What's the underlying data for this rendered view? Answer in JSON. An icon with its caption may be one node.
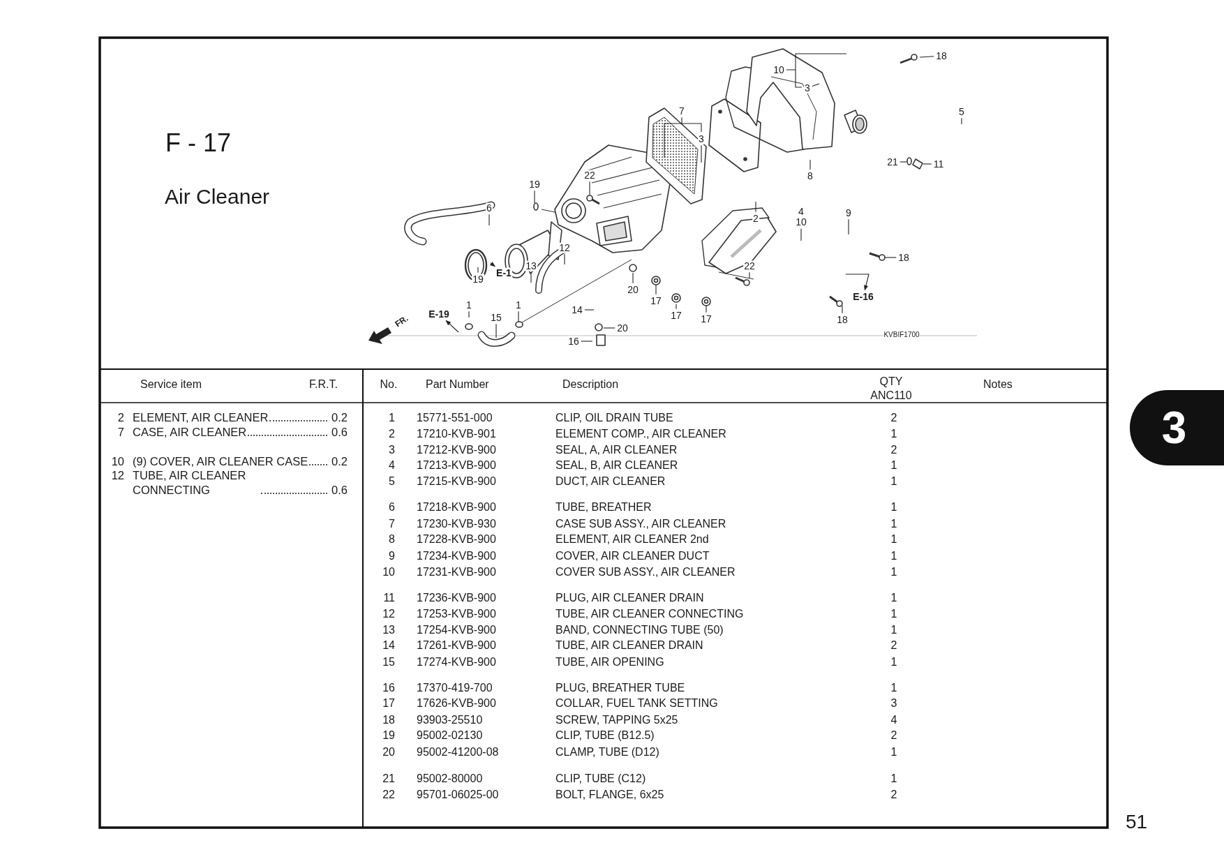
{
  "diagram": {
    "title": "F - 17",
    "nodes": [
      {
        "text": [
          "10"
        ]
      },
      {
        "text": [
          "18"
        ]
      },
      {
        "text": [
          "3"
        ]
      },
      {
        "text": [
          "7"
        ]
      },
      {
        "text": [
          "3"
        ]
      },
      {
        "text": [
          "5"
        ]
      },
      {
        "text": [
          "21"
        ]
      },
      {
        "text": [
          "11"
        ]
      },
      {
        "text": [
          "8"
        ]
      },
      {
        "text": [
          "22"
        ]
      },
      {
        "text": [
          "19"
        ]
      },
      {
        "text": [
          "2"
        ]
      },
      {
        "text": [
          "4",
          "10"
        ]
      },
      {
        "text": [
          "9"
        ]
      },
      {
        "text": [
          "6"
        ]
      },
      {
        "text": [
          "12"
        ]
      },
      {
        "text": [
          "18"
        ]
      },
      {
        "text": [
          "22"
        ]
      },
      {
        "text": [
          "13"
        ]
      },
      {
        "text": [
          "E-1"
        ]
      },
      {
        "text": [
          "19"
        ]
      },
      {
        "text": [
          "20"
        ]
      },
      {
        "text": [
          "17"
        ]
      },
      {
        "text": [
          "E-16"
        ]
      },
      {
        "text": [
          "14"
        ]
      },
      {
        "text": [
          "E-19"
        ]
      },
      {
        "text": [
          "17"
        ]
      },
      {
        "text": [
          "17"
        ]
      },
      {
        "text": [
          "1"
        ]
      },
      {
        "text": [
          "1"
        ]
      },
      {
        "text": [
          "18"
        ]
      },
      {
        "text": [
          "15"
        ]
      },
      {
        "text": [
          "20"
        ]
      },
      {
        "text": [
          "16"
        ]
      }
    ],
    "edges": [
      {
        "from": 0,
        "to": null,
        "arrow": "none"
      },
      {
        "from": 1,
        "to": null,
        "arrow": "none"
      },
      {
        "from": 2,
        "to": null,
        "arrow": "none"
      },
      {
        "from": 3,
        "to": null,
        "arrow": "none"
      },
      {
        "from": 4,
        "to": null,
        "arrow": "none"
      },
      {
        "from": 5,
        "to": null,
        "arrow": "none"
      },
      {
        "from": 6,
        "to": null,
        "arrow": "none"
      },
      {
        "from": 7,
        "to": null,
        "arrow": "none"
      },
      {
        "from": 8,
        "to": null,
        "arrow": "none"
      },
      {
        "from": 9,
        "to": null,
        "arrow": "none"
      },
      {
        "from": 10,
        "to": null,
        "arrow": "none"
      },
      {
        "from": 11,
        "to": null,
        "arrow": "none"
      },
      {
        "from": 12,
        "to": null,
        "arrow": "none"
      },
      {
        "from": 13,
        "to": null,
        "arrow": "none"
      },
      {
        "from": 14,
        "to": null,
        "arrow": "none"
      },
      {
        "from": 15,
        "to": null,
        "arrow": "none"
      },
      {
        "from": 16,
        "to": null,
        "arrow": "none"
      },
      {
        "from": 17,
        "to": null,
        "arrow": "none"
      },
      {
        "from": 18,
        "to": null,
        "arrow": "none"
      },
      {
        "from": null,
        "to": 19,
        "arrow": "to"
      },
      {
        "from": 20,
        "to": null,
        "arrow": "none"
      },
      {
        "from": 21,
        "to": null,
        "arrow": "none"
      },
      {
        "from": 22,
        "to": null,
        "arrow": "none"
      },
      {
        "from": null,
        "to": 23,
        "arrow": "to"
      },
      {
        "from": 24,
        "to": null,
        "arrow": "none"
      },
      {
        "from": null,
        "to": 25,
        "arrow": "to"
      },
      {
        "from": 26,
        "to": null,
        "arrow": "none"
      },
      {
        "from": 27,
        "to": null,
        "arrow": "none"
      },
      {
        "from": 28,
        "to": null,
        "arrow": "none"
      },
      {
        "from": 29,
        "to": null,
        "arrow": "none"
      },
      {
        "from": 30,
        "to": null,
        "arrow": "none"
      },
      {
        "from": 31,
        "to": null,
        "arrow": "none"
      },
      {
        "from": 32,
        "to": null,
        "arrow": "none"
      },
      {
        "from": 33,
        "to": null,
        "arrow": "none"
      }
    ],
    "labels": [
      "Air Cleaner",
      "FR.",
      "KVBIF1700",
      "Service item",
      "F.R.T.",
      "2",
      "ELEMENT, AIR CLEANER",
      "0.2",
      "7",
      "CASE, AIR CLEANER",
      "0.6",
      "10",
      "(9) COVER, AIR CLEANER CASE",
      "0.2",
      "12",
      "TUBE, AIR CLEANER CONNECTING",
      "0.6",
      "No.",
      "Part Number",
      "Description",
      "QTY",
      "ANC110",
      "Notes",
      "1",
      "15771-551-000",
      "CLIP, OIL DRAIN TUBE",
      "2",
      "2",
      "17210-KVB-901",
      "ELEMENT COMP., AIR CLEANER",
      "1",
      "3",
      "17212-KVB-900",
      "SEAL, A, AIR CLEANER",
      "2",
      "4",
      "17213-KVB-900",
      "SEAL, B, AIR CLEANER",
      "1",
      "5",
      "17215-KVB-900",
      "DUCT, AIR CLEANER",
      "1",
      "6",
      "17218-KVB-900",
      "TUBE, BREATHER",
      "1",
      "7",
      "17230-KVB-930",
      "CASE SUB ASSY., AIR CLEANER",
      "1",
      "8",
      "17228-KVB-900",
      "ELEMENT, AIR CLEANER 2nd",
      "1",
      "9",
      "17234-KVB-900",
      "COVER, AIR CLEANER DUCT",
      "1",
      "10",
      "17231-KVB-900",
      "COVER SUB ASSY., AIR CLEANER",
      "1",
      "11",
      "17236-KVB-900",
      "PLUG, AIR CLEANER DRAIN",
      "1",
      "12",
      "17253-KVB-900",
      "TUBE, AIR CLEANER CONNECTING",
      "1",
      "13",
      "17254-KVB-900",
      "BAND, CONNECTING TUBE (50)",
      "1",
      "14",
      "17261-KVB-900",
      "TUBE, AIR CLEANER DRAIN",
      "2",
      "15",
      "17274-KVB-900",
      "TUBE, AIR OPENING",
      "1",
      "16",
      "17370-419-700",
      "PLUG, BREATHER TUBE",
      "1",
      "17",
      "17626-KVB-900",
      "COLLAR, FUEL TANK SETTING",
      "3",
      "18",
      "93903-25510",
      "SCREW, TAPPING 5x25",
      "4",
      "19",
      "95002-02130",
      "CLIP, TUBE (B12.5)",
      "2",
      "20",
      "95002-41200-08",
      "CLAMP, TUBE (D12)",
      "1",
      "21",
      "95002-80000",
      "CLIP, TUBE (C12)",
      "1",
      "22",
      "95701-06025-00",
      "BOLT, FLANGE, 6x25",
      "2",
      "3",
      "51"
    ]
  }
}
